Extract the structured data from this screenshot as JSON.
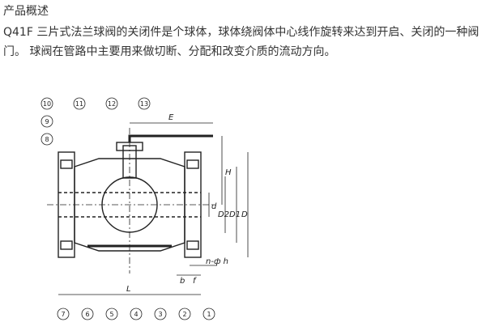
{
  "document": {
    "heading": "产品概述",
    "paragraph": "Q41F 三片式法兰球阀的关闭件是个球体，球体绕阀体中心线作旋转来达到开启、关闭的一种阀门。 球阀在管路中主要用来做切断、分配和改变介质的流动方向。"
  },
  "drawing": {
    "callouts_top": [
      "10",
      "11",
      "12",
      "13"
    ],
    "callouts_left": [
      "9",
      "8"
    ],
    "callouts_bottom": [
      "7",
      "6",
      "5",
      "4",
      "3",
      "2",
      "1"
    ],
    "dimensions": {
      "E": "E",
      "H": "H",
      "d": "d",
      "D2": "D2",
      "D1": "D1",
      "D": "D",
      "n_phi_h": "n-ф h",
      "b": "b",
      "f": "f",
      "L": "L"
    }
  }
}
